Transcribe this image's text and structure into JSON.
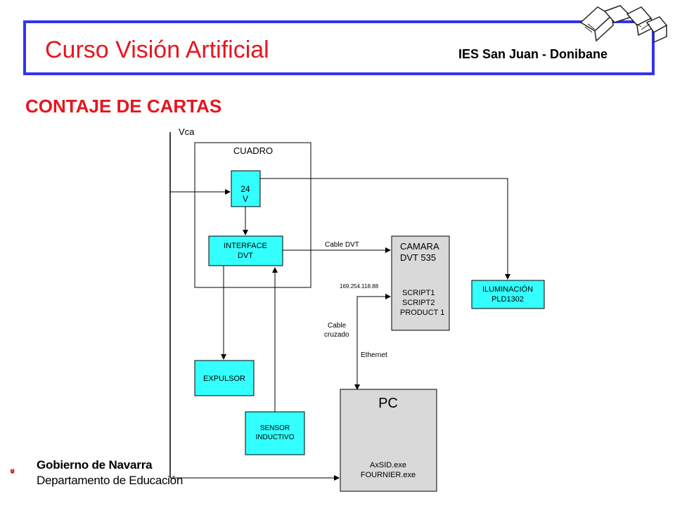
{
  "header": {
    "title": "Curso Visión Artificial",
    "school": "IES San Juan - Donibane",
    "logo_icon": "school-building-icon"
  },
  "section_title": "CONTAJE DE CARTAS",
  "diagram": {
    "vca_label": "Vca",
    "cuadro_label": "CUADRO",
    "power": {
      "line1": "24",
      "line2": "V"
    },
    "interface": {
      "line1": "INTERFACE",
      "line2": "DVT"
    },
    "cable_dvt": "Cable DVT",
    "camera": {
      "line1": "CAMARA",
      "line2": "DVT 535",
      "scripts": [
        "SCRIPT1",
        "SCRIPT2",
        "PRODUCT 1"
      ]
    },
    "ip_address": "169.254.118.88",
    "cable_crossed": {
      "line1": "Cable",
      "line2": "cruzado"
    },
    "ethernet": "Ethernet",
    "lighting": {
      "line1": "ILUMINACIÓN",
      "line2": "PLD1302"
    },
    "expulsor": "EXPULSOR",
    "sensor": {
      "line1": "SENSOR",
      "line2": "INDUCTIVO"
    },
    "pc": {
      "title": "PC",
      "apps": [
        "AxSID.exe",
        "FOURNIER.exe"
      ]
    },
    "colors": {
      "cyan_box": "#33ffff",
      "gray_box": "#d9d9d9",
      "line": "#000000"
    }
  },
  "footer": {
    "line1": "Gobierno de Navarra",
    "line2": "Departamento de Educación",
    "logo_icon": "navarra-coat-of-arms-icon"
  }
}
